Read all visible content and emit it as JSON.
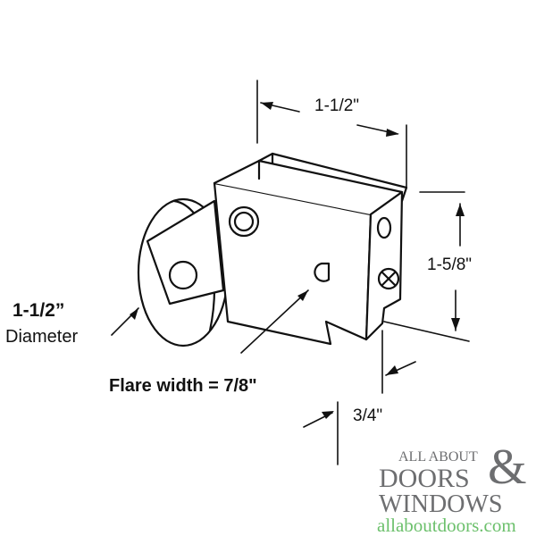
{
  "dimensions": {
    "width_top": "1-1/2\"",
    "height": "1-5/8\"",
    "depth": "3/4\"",
    "flare_width": "Flare width = 7/8\"",
    "wheel_diameter_value": "1-1/2”",
    "wheel_diameter_label": "Diameter"
  },
  "logo": {
    "line1": "ALL ABOUT",
    "line2": "DOORS",
    "ampersand": "&",
    "line3": "WINDOWS",
    "url": "allaboutdoors.com",
    "gray": "#6d6e70",
    "green": "#6cc06c"
  }
}
